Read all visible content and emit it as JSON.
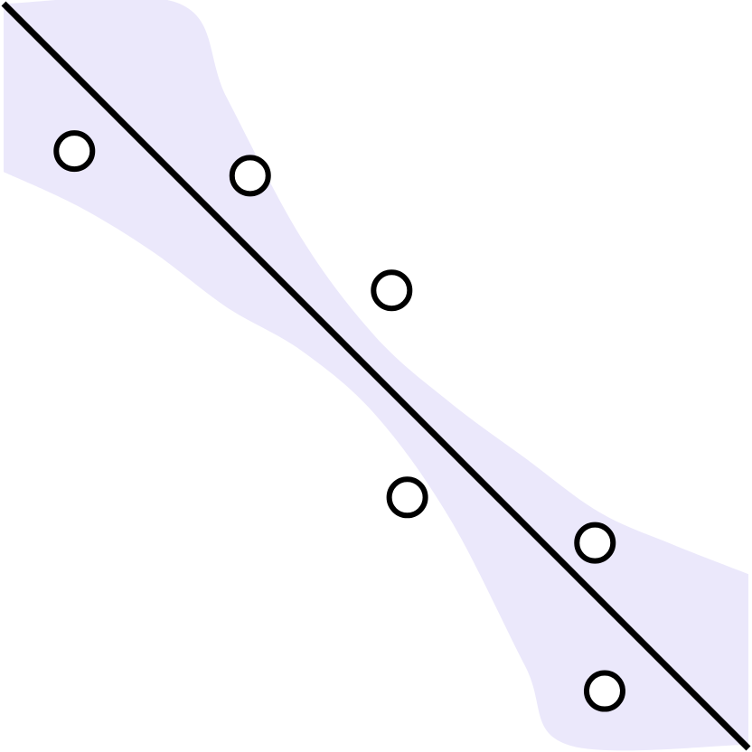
{
  "chart_data": {
    "type": "scatter",
    "title": "",
    "xlabel": "",
    "ylabel": "",
    "xlim": [
      0,
      1
    ],
    "ylim": [
      0,
      1
    ],
    "grid": false,
    "axes_visible": false,
    "legend": "none",
    "colors": {
      "band": "#ebe8fb",
      "line": "#000000",
      "point_stroke": "#000000",
      "point_fill": "#ffffff",
      "background": "#ffffff"
    },
    "points": [
      {
        "x": 0.095,
        "y": 0.802
      },
      {
        "x": 0.331,
        "y": 0.769
      },
      {
        "x": 0.521,
        "y": 0.615
      },
      {
        "x": 0.542,
        "y": 0.337
      },
      {
        "x": 0.794,
        "y": 0.276
      },
      {
        "x": 0.807,
        "y": 0.077
      }
    ],
    "fit_line": {
      "start": {
        "x": 0.0,
        "y": 1.0
      },
      "end": {
        "x": 1.0,
        "y": 0.0
      }
    },
    "confidence_band": {
      "upper": [
        {
          "x": 0.0,
          "y": 1.0
        },
        {
          "x": 0.236,
          "y": 1.0
        },
        {
          "x": 0.3,
          "y": 0.873
        },
        {
          "x": 0.4,
          "y": 0.685
        },
        {
          "x": 0.5,
          "y": 0.552
        },
        {
          "x": 0.6,
          "y": 0.464
        },
        {
          "x": 0.7,
          "y": 0.39
        },
        {
          "x": 0.8,
          "y": 0.317
        },
        {
          "x": 0.9,
          "y": 0.273
        },
        {
          "x": 1.0,
          "y": 0.234
        }
      ],
      "lower": [
        {
          "x": 0.0,
          "y": 0.774
        },
        {
          "x": 0.1,
          "y": 0.728
        },
        {
          "x": 0.2,
          "y": 0.667
        },
        {
          "x": 0.3,
          "y": 0.592
        },
        {
          "x": 0.4,
          "y": 0.534
        },
        {
          "x": 0.5,
          "y": 0.447
        },
        {
          "x": 0.6,
          "y": 0.307
        },
        {
          "x": 0.7,
          "y": 0.111
        },
        {
          "x": 0.757,
          "y": 0.005
        },
        {
          "x": 1.0,
          "y": 0.005
        }
      ]
    }
  }
}
